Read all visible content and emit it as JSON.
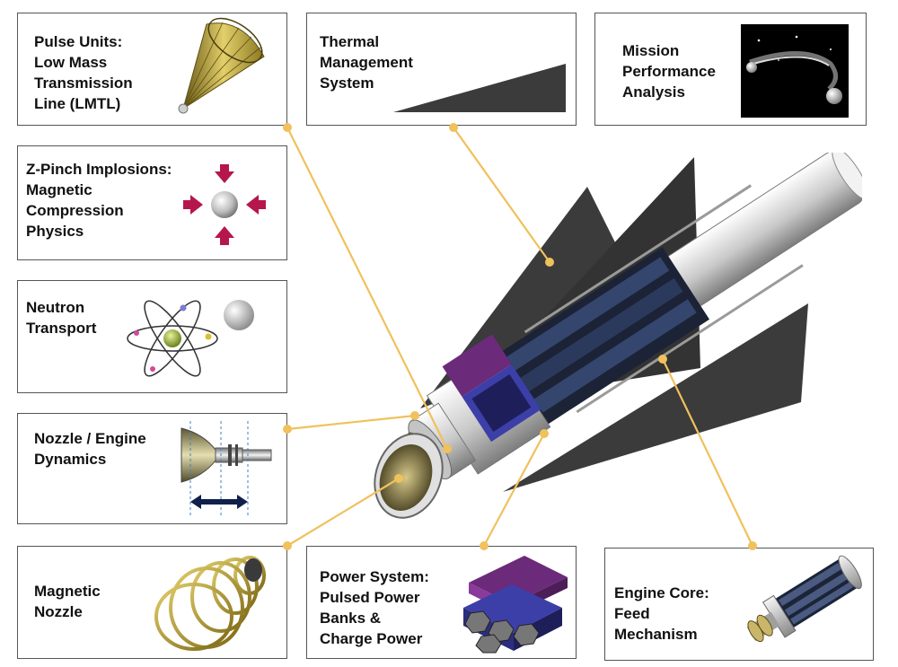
{
  "colors": {
    "leader": "#f0c15c",
    "box_border": "#555555",
    "fin": "#3b3b3b",
    "hull_light": "#e4e4e4",
    "hull_dark": "#8d8d8d",
    "tube_blue": "#2c3a55",
    "capacitor_purple": "#6b2a7a",
    "bank_blue": "#3d3fa8",
    "arrow_red": "#b5174d",
    "coil_gold": "#b59422"
  },
  "boxes": {
    "pulse_units": {
      "label": "Pulse Units:\nLow Mass\nTransmission\nLine (LMTL)",
      "icon": "cone-icon"
    },
    "thermal": {
      "label": "Thermal\nManagement\nSystem",
      "icon": "radiator-wedge-icon"
    },
    "mission": {
      "label": "Mission\nPerformance\nAnalysis",
      "icon": "orbit-trajectory-icon"
    },
    "zpinch": {
      "label": "Z-Pinch Implosions:\nMagnetic\nCompression\nPhysics",
      "icon": "compression-arrows-icon"
    },
    "neutron": {
      "label": "Neutron\nTransport",
      "icon": "atom-icon"
    },
    "nozzle_dynamics": {
      "label": "Nozzle / Engine\nDynamics",
      "icon": "nozzle-displacement-icon"
    },
    "magnetic_nozzle": {
      "label": "Magnetic\nNozzle",
      "icon": "coil-icon"
    },
    "power_system": {
      "label": "Power System:\nPulsed Power\nBanks &\nCharge Power",
      "icon": "capacitor-bank-icon"
    },
    "engine_core": {
      "label": "Engine Core:\nFeed\nMechanism",
      "icon": "feed-cylinder-icon"
    }
  }
}
